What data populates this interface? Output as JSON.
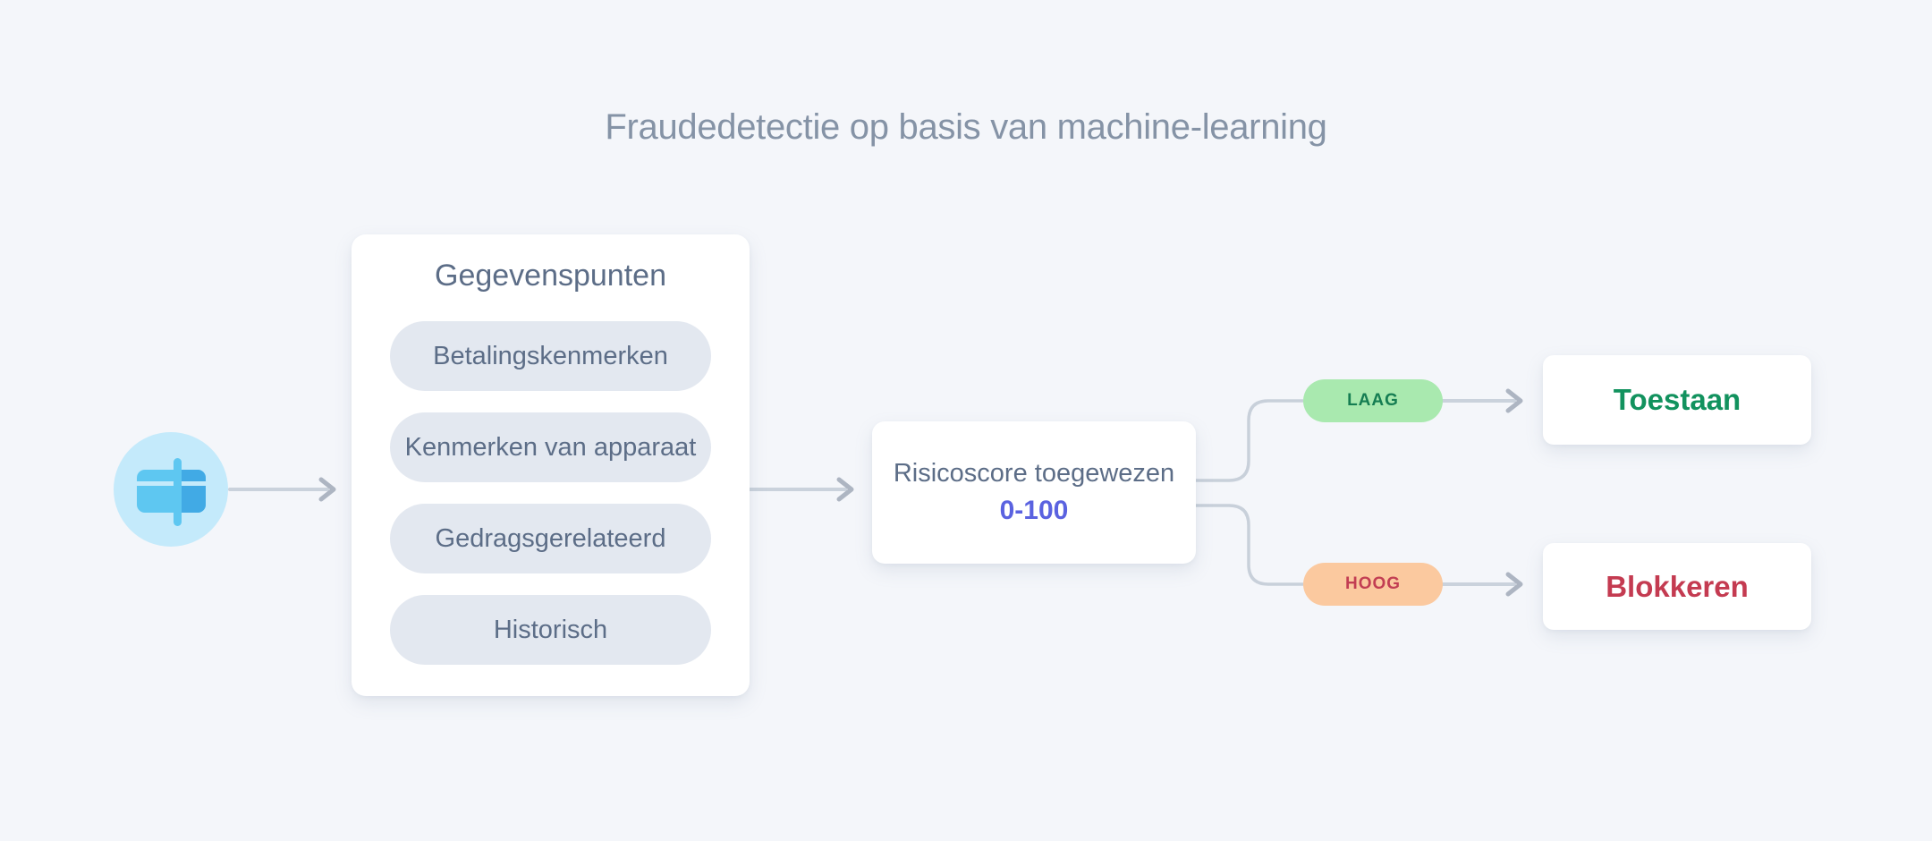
{
  "title": "Fraudedetectie op basis van machine-learning",
  "input_node": {
    "icon": "credit-card"
  },
  "datapoints": {
    "title": "Gegevenspunten",
    "items": [
      "Betalingskenmerken",
      "Kenmerken van apparaat",
      "Gedragsgerelateerd",
      "Historisch"
    ]
  },
  "risk": {
    "title": "Risicoscore toegewezen",
    "range": "0-100"
  },
  "branches": [
    {
      "label": "LAAG",
      "outcome": "Toestaan",
      "badge_bg": "#A9E9AF",
      "badge_text_color": "#157D52",
      "outcome_text_color": "#12925E"
    },
    {
      "label": "HOOG",
      "outcome": "Blokkeren",
      "badge_bg": "#FBC99F",
      "badge_text_color": "#C23E53",
      "outcome_text_color": "#C43B51"
    }
  ],
  "colors": {
    "background": "#F4F6FA",
    "title_text": "#8593A6",
    "node_text": "#5C6D87",
    "pill_bg": "#E3E8F0",
    "range_text": "#5A62E0",
    "icon_circle": "#C4EAFB",
    "icon_card_light": "#5EC7F1",
    "icon_card_dark": "#41AAE5",
    "connector_line": "#CAD2DC",
    "arrowhead": "#ADB5C2",
    "card_bg": "#FFFFFF"
  }
}
